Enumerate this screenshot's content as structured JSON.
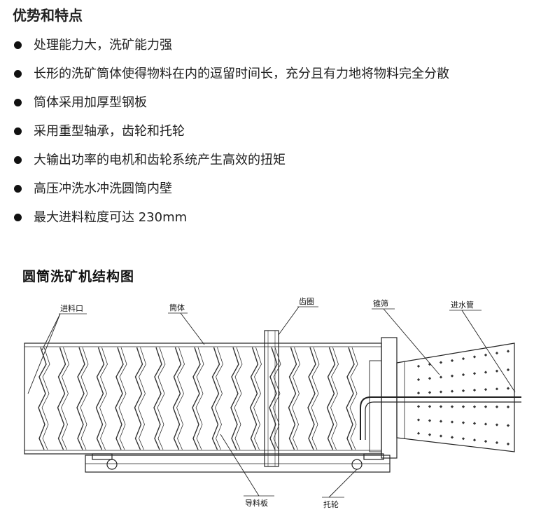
{
  "section_title": "优势和特点",
  "features": [
    "处理能力大，洗矿能力强",
    "长形的洗矿筒体使得物料在内的逗留时间长，充分且有力地将物料完全分散",
    "筒体采用加厚型钢板",
    "采用重型轴承，齿轮和托轮",
    "大输出功率的电机和齿轮系统产生高效的扭矩",
    "高压冲洗水冲洗圆筒内壁",
    "最大进料粒度可达 230mm"
  ],
  "diagram": {
    "title": "圆筒洗矿机结构图",
    "labels": {
      "feed_inlet": "进料口",
      "drum_body": "筒体",
      "gear_ring": "齿圈",
      "cone_screen": "锥筛",
      "water_pipe": "进水管",
      "guide_plate": "导料板",
      "support_roller": "托轮"
    }
  }
}
